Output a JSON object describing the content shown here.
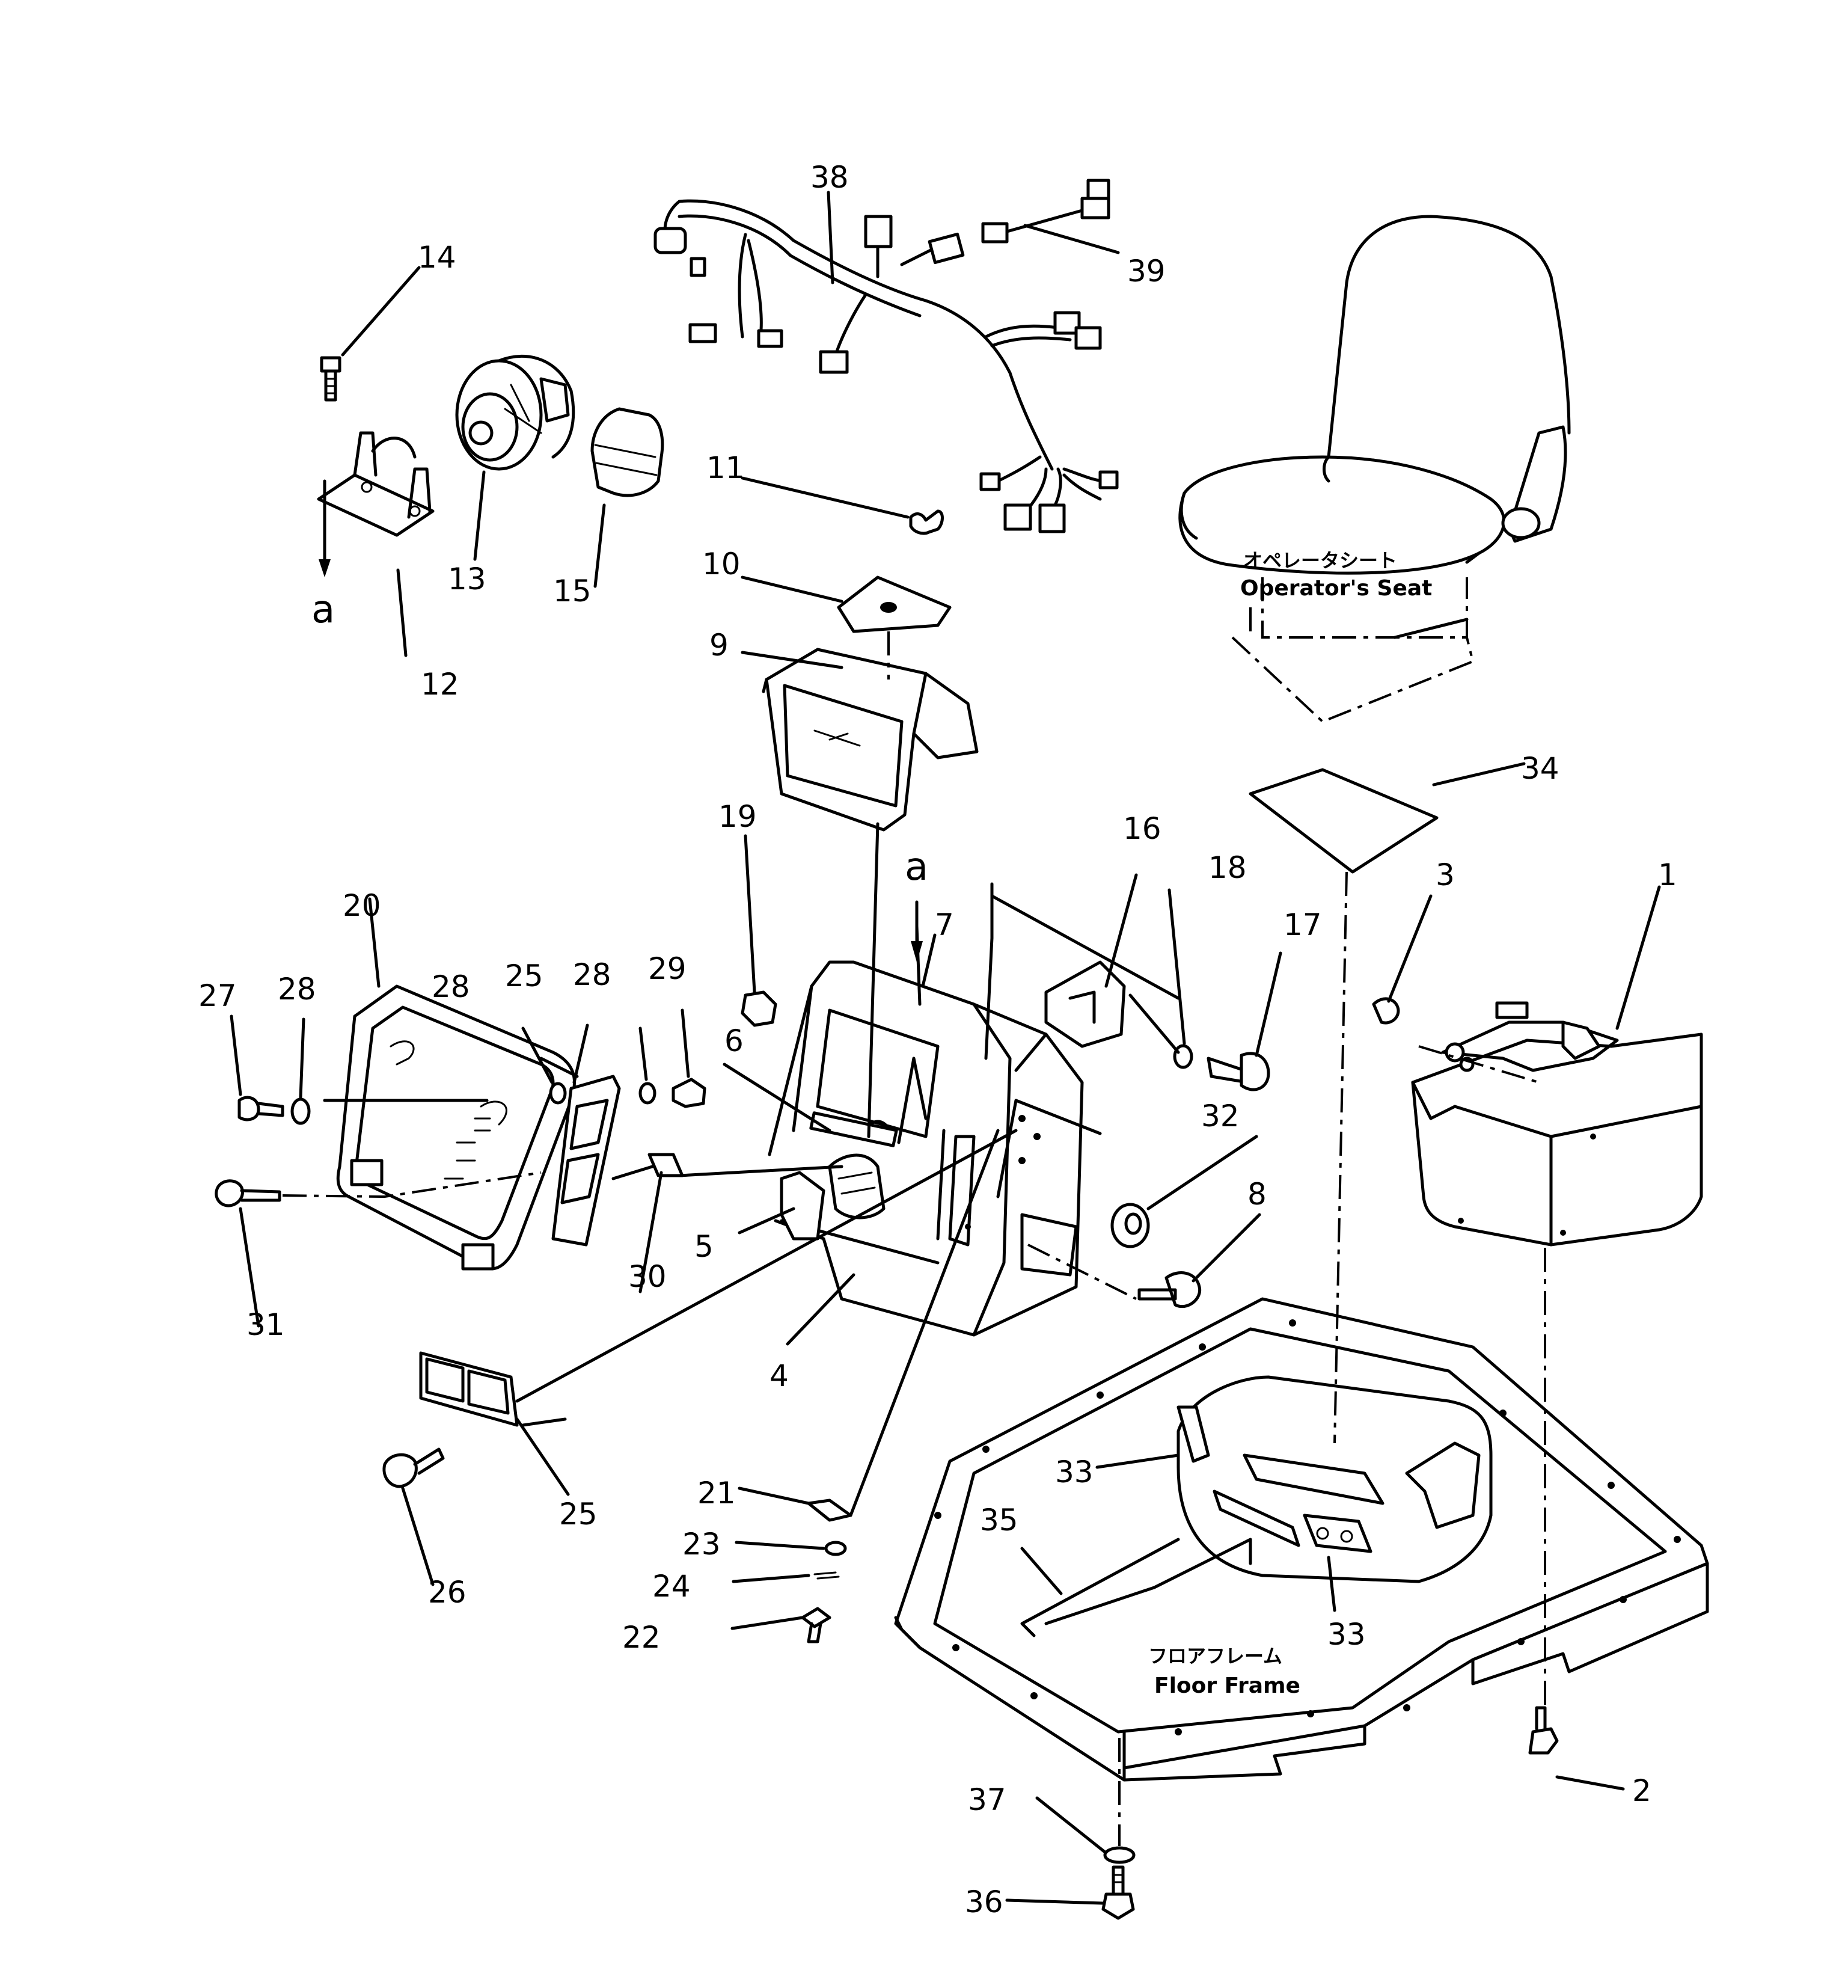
{
  "callouts": {
    "n1": "1",
    "n2": "2",
    "n3": "3",
    "n4": "4",
    "n5": "5",
    "n6": "6",
    "n7": "7",
    "n8": "8",
    "n9": "9",
    "n10": "10",
    "n11": "11",
    "n12": "12",
    "n13": "13",
    "n14": "14",
    "n15": "15",
    "n16": "16",
    "n17": "17",
    "n18": "18",
    "n19": "19",
    "n20": "20",
    "n21": "21",
    "n22": "22",
    "n23": "23",
    "n24": "24",
    "n25a": "25",
    "n25b": "25",
    "n26": "26",
    "n27": "27",
    "n28a": "28",
    "n28b": "28",
    "n28c": "28",
    "n29": "29",
    "n30": "30",
    "n31": "31",
    "n32": "32",
    "n33a": "33",
    "n33b": "33",
    "n34": "34",
    "n35": "35",
    "n36": "36",
    "n37": "37",
    "n38": "38",
    "n39": "39"
  },
  "view_marks": {
    "a1": "a",
    "a2": "a"
  },
  "labels": {
    "seat_jp": "オペレータシート",
    "seat_en": "Operator's Seat",
    "floor_jp": "フロアフレーム",
    "floor_en": "Floor Frame"
  }
}
